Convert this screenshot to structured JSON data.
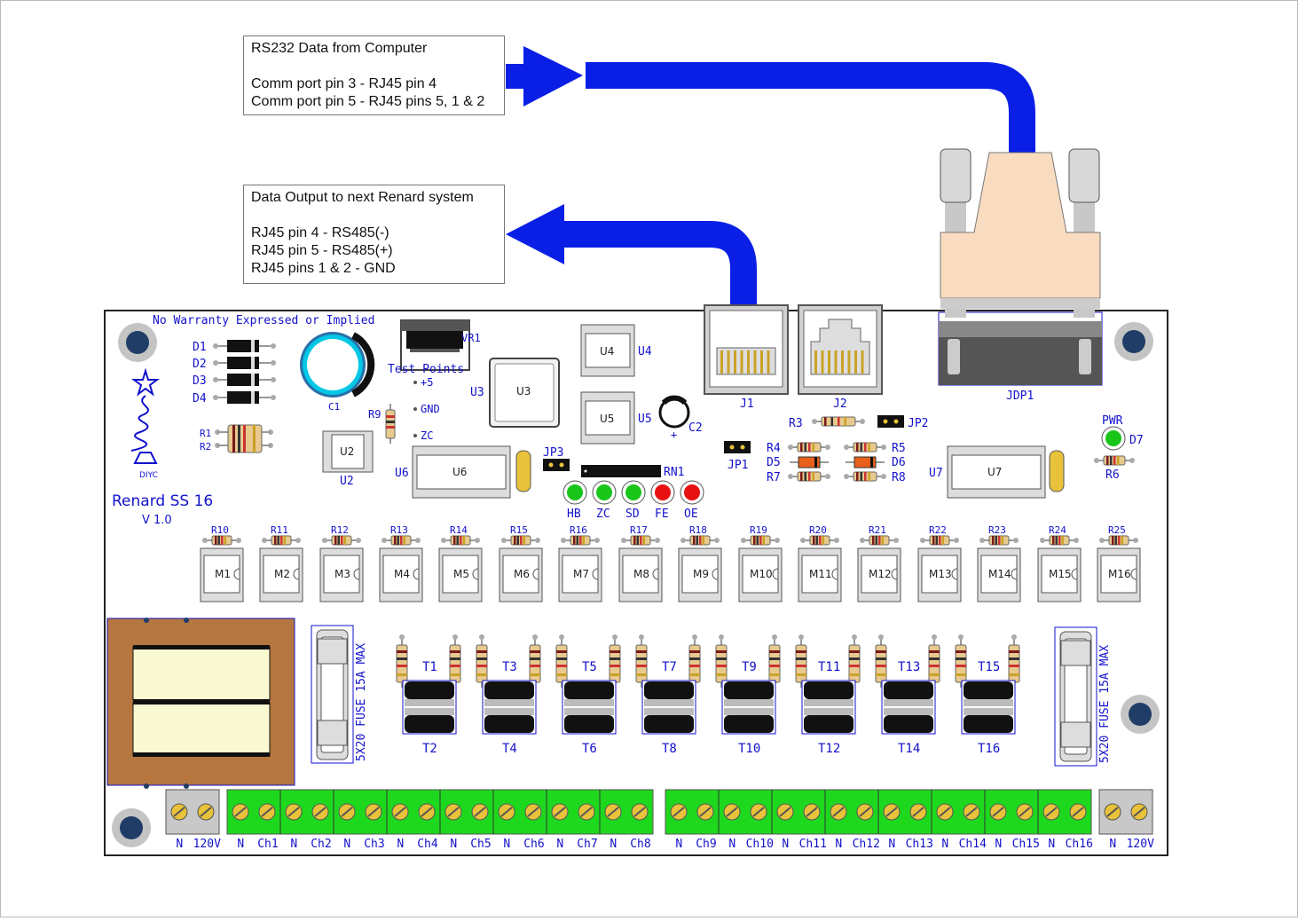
{
  "callouts": {
    "input": {
      "title": "RS232 Data from Computer",
      "line1": "Comm port pin 3 - RJ45 pin 4",
      "line2": "Comm port pin 5 - RJ45 pins 5, 1 & 2"
    },
    "output": {
      "title": "Data Output to next Renard system",
      "line1": "RJ45 pin 4 - RS485(-)",
      "line2": "RJ45 pin 5 - RS485(+)",
      "line3": "RJ45 pins 1 & 2 - GND"
    }
  },
  "board": {
    "warranty": "No Warranty Expressed or Implied",
    "name": "Renard SS 16",
    "version": "V 1.0",
    "logo_text": "DIYC",
    "logo_icon": "tree-icon"
  },
  "labels": {
    "diodes": [
      "D1",
      "D2",
      "D3",
      "D4"
    ],
    "r1": "R1",
    "r2": "R2",
    "c1": "C1",
    "c2": "C2",
    "c2_plus": "+",
    "vr1": "VR1",
    "test_points": "Test Points",
    "tp": [
      "+5",
      "GND",
      "ZC"
    ],
    "r9": "R9",
    "u2": "U2",
    "u3": "U3",
    "u4": "U4",
    "u5": "U5",
    "u6": "U6",
    "u7": "U7",
    "jp1": "JP1",
    "jp2": "JP2",
    "jp3": "JP3",
    "rn1": "RN1",
    "j1": "J1",
    "j2": "J2",
    "jdp1": "JDP1",
    "r3": "R3",
    "r4": "R4",
    "r5": "R5",
    "r6": "R6",
    "r7": "R7",
    "r8": "R8",
    "d5": "D5",
    "d6": "D6",
    "d7": "D7",
    "pwr": "PWR",
    "fuse": "5X20 FUSE 15A MAX"
  },
  "leds": [
    {
      "label": "HB",
      "color": "#19c519"
    },
    {
      "label": "ZC",
      "color": "#19c519"
    },
    {
      "label": "SD",
      "color": "#19c519"
    },
    {
      "label": "FE",
      "color": "#e81010"
    },
    {
      "label": "OE",
      "color": "#e81010"
    }
  ],
  "resistors": [
    "R10",
    "R11",
    "R12",
    "R13",
    "R14",
    "R15",
    "R16",
    "R17",
    "R18",
    "R19",
    "R20",
    "R21",
    "R22",
    "R23",
    "R24",
    "R25"
  ],
  "optos": [
    "M1",
    "M2",
    "M3",
    "M4",
    "M5",
    "M6",
    "M7",
    "M8",
    "M9",
    "M10",
    "M11",
    "M12",
    "M13",
    "M14",
    "M15",
    "M16"
  ],
  "triacs_top": [
    "T1",
    "T3",
    "T5",
    "T7",
    "T9",
    "T11",
    "T13",
    "T15"
  ],
  "triacs_bottom": [
    "T2",
    "T4",
    "T6",
    "T8",
    "T10",
    "T12",
    "T14",
    "T16"
  ],
  "terminals": {
    "power_left": [
      "N",
      "120V"
    ],
    "group1": [
      "N",
      "Ch1",
      "N",
      "Ch2",
      "N",
      "Ch3",
      "N",
      "Ch4",
      "N",
      "Ch5",
      "N",
      "Ch6",
      "N",
      "Ch7",
      "N",
      "Ch8"
    ],
    "group2": [
      "N",
      "Ch9",
      "N",
      "Ch10",
      "N",
      "Ch11",
      "N",
      "Ch12",
      "N",
      "Ch13",
      "N",
      "Ch14",
      "N",
      "Ch15",
      "N",
      "Ch16"
    ],
    "power_right": [
      "N",
      "120V"
    ]
  },
  "colors": {
    "cable": "#0a1fe6",
    "label": "#1111cc",
    "terminal": "#1ed81e",
    "transformer": "#b5773f",
    "core": "#fafad2",
    "db9": "#f9dcc0"
  }
}
